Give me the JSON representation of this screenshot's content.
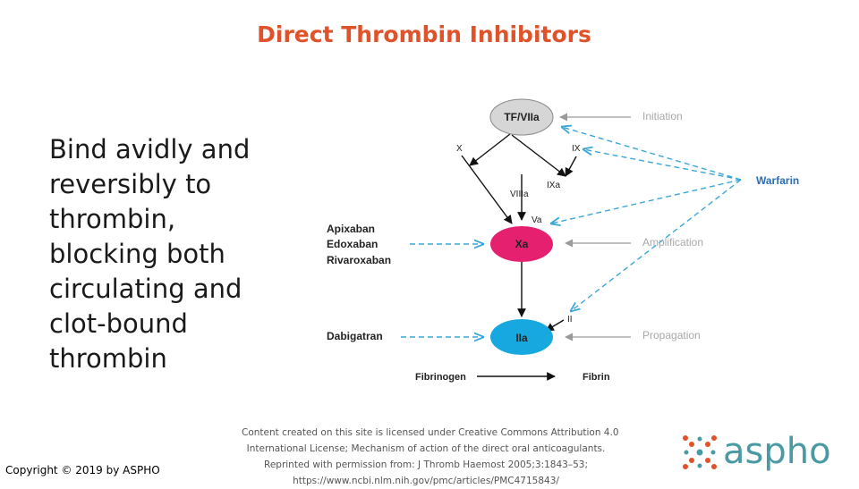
{
  "slide": {
    "title": "Direct Thrombin Inhibitors",
    "bullet_lines": [
      "Bind avidly and",
      "reversibly to",
      "thrombin,",
      "blocking both",
      "circulating and",
      "clot-bound",
      "thrombin"
    ],
    "copyright": "Copyright © 2019 by ASPHO",
    "credit_lines": [
      "Content created on this site is licensed under Creative Commons Attribution 4.0",
      "International License; Mechanism of action of the direct oral anticoagulants.",
      "Reprinted with permission from: J Thromb Haemost 2005;3:1843–53;",
      "https://www.ncbi.nlm.nih.gov/pmc/articles/PMC4715843/"
    ],
    "logo_text": "aspho"
  },
  "diagram": {
    "nodes": {
      "tf": "TF/VIIa",
      "xa": "Xa",
      "iia": "IIa"
    },
    "labels": {
      "x": "X",
      "ix": "IX",
      "ixa": "IXa",
      "viiia": "VIIIa",
      "va": "Va",
      "ii": "II",
      "fibrinogen": "Fibrinogen",
      "fibrin": "Fibrin"
    },
    "stages": {
      "initiation": "Initiation",
      "amplification": "Amplification",
      "propagation": "Propagation"
    },
    "drugs": {
      "warfarin": "Warfarin",
      "apixaban": "Apixaban",
      "edoxaban": "Edoxaban",
      "rivaroxaban": "Rivaroxaban",
      "dabigatran": "Dabigatran"
    }
  },
  "colors": {
    "title": "#e0522a",
    "xa_node": "#e5206e",
    "iia_node": "#18a8e0",
    "tf_node": "#d6d6d6",
    "inhibition_arrow": "#3aa6d9",
    "warfarin": "#2a6db5",
    "stage_text": "#a8a8a8",
    "logo": "#4a9aa6",
    "logo_dots": "#e0522a"
  }
}
